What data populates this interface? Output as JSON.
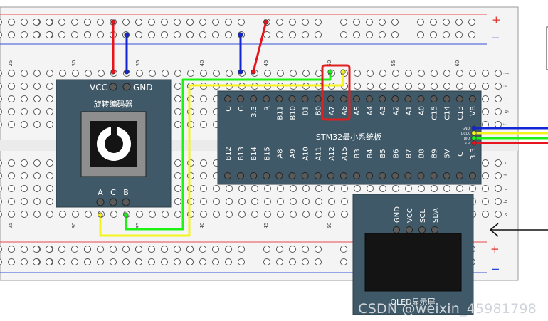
{
  "breadboard": {
    "rail_plus": "+",
    "rail_minus": "−",
    "column_numbers": [
      "25",
      "30",
      "35",
      "40",
      "45",
      "50",
      "55",
      "60"
    ],
    "row_letters_top": [
      "j",
      "i",
      "h",
      "g",
      "f"
    ],
    "row_letters_bottom": [
      "e",
      "d",
      "c",
      "b",
      "a"
    ]
  },
  "encoder": {
    "title": "旋转编码器",
    "vcc": "VCC",
    "gnd": "GND",
    "pin_a": "A",
    "pin_c": "C",
    "pin_b": "B"
  },
  "stm32": {
    "title": "STM32最小系统板",
    "top_pins": [
      "G",
      "G",
      "3.3",
      "R",
      "B11",
      "B10",
      "B1",
      "B0",
      "A7",
      "A6",
      "A5",
      "A4",
      "A3",
      "A2",
      "A1",
      "A0",
      "C15",
      "C14",
      "C13",
      "VB"
    ],
    "bottom_pins": [
      "B12",
      "B13",
      "B14",
      "B15",
      "A8",
      "A9",
      "A10",
      "A11",
      "A12",
      "A15",
      "B3",
      "B4",
      "B5",
      "B6",
      "B7",
      "B8",
      "B9",
      "5V",
      "G",
      "3.3"
    ],
    "side_pins": [
      "GND",
      "DCLK",
      "DIO",
      "3.3"
    ]
  },
  "oled": {
    "title": "OLED显示屏",
    "pins": [
      "GND",
      "VCC",
      "SCL",
      "SDA"
    ]
  },
  "watermark": "CSDN @weixin_45981798",
  "colors": {
    "board": "#f4f4f4",
    "module": "#3f5968",
    "red_wire": "#e8141b",
    "blue_wire": "#1226d8",
    "green_wire": "#1ef215",
    "yellow_wire": "#f4f41c",
    "highlight": "#e02020"
  }
}
